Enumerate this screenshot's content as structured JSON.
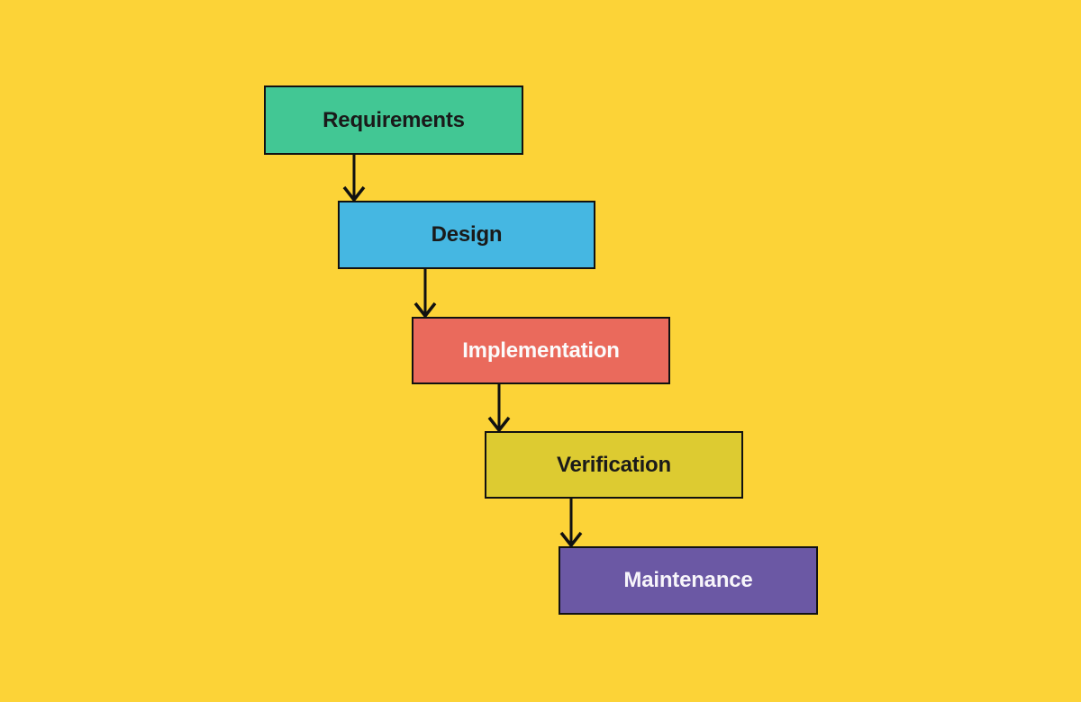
{
  "diagram": {
    "background_color": "#FCD337",
    "border_color": "#111111",
    "arrow_color": "#111111",
    "stages": [
      {
        "label": "Requirements",
        "fill": "#42C794",
        "text_color": "#1A1A1A"
      },
      {
        "label": "Design",
        "fill": "#45B7E2",
        "text_color": "#1A1A1A"
      },
      {
        "label": "Implementation",
        "fill": "#EA6A5C",
        "text_color": "#FBFBFB"
      },
      {
        "label": "Verification",
        "fill": "#DDCB31",
        "text_color": "#1A1A1A"
      },
      {
        "label": "Maintenance",
        "fill": "#6B58A4",
        "text_color": "#F7F5FA"
      }
    ],
    "connections": [
      {
        "from": "Requirements",
        "to": "Design"
      },
      {
        "from": "Design",
        "to": "Implementation"
      },
      {
        "from": "Implementation",
        "to": "Verification"
      },
      {
        "from": "Verification",
        "to": "Maintenance"
      }
    ]
  }
}
